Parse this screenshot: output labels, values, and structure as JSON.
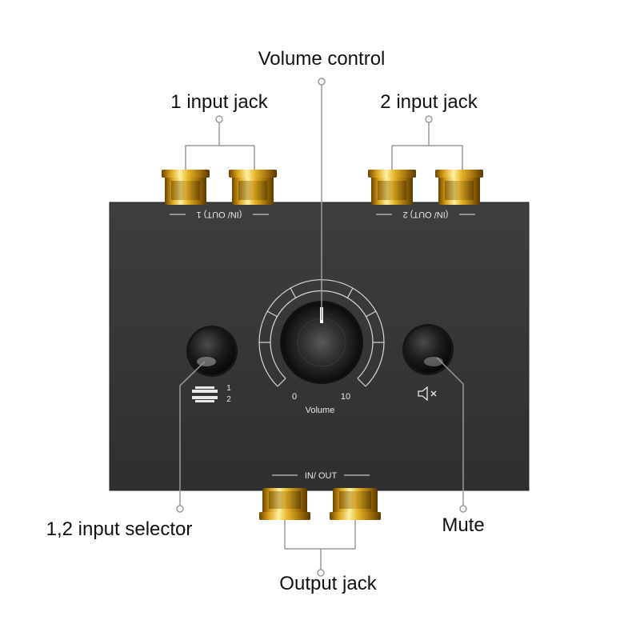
{
  "callouts": {
    "volume_control": "Volume control",
    "input_jack_1": "1 input jack",
    "input_jack_2": "2 input jack",
    "input_selector": "1,2 input selector",
    "mute": "Mute",
    "output_jack": "Output jack"
  },
  "device": {
    "port_label_1": "(IN/ OUT) 1",
    "port_label_2": "(IN/ OUT) 2",
    "bottom_label": "IN/ OUT",
    "selector_positions": [
      "1",
      "2"
    ],
    "volume_min": "0",
    "volume_max": "10",
    "volume_label": "Volume",
    "mute_icon": "speaker-mute-icon"
  },
  "colors": {
    "panel": "#3a3a3b",
    "gold": "#d9a21a",
    "callout_line": "#9a9a9a",
    "device_text": "#e8e8e8"
  }
}
